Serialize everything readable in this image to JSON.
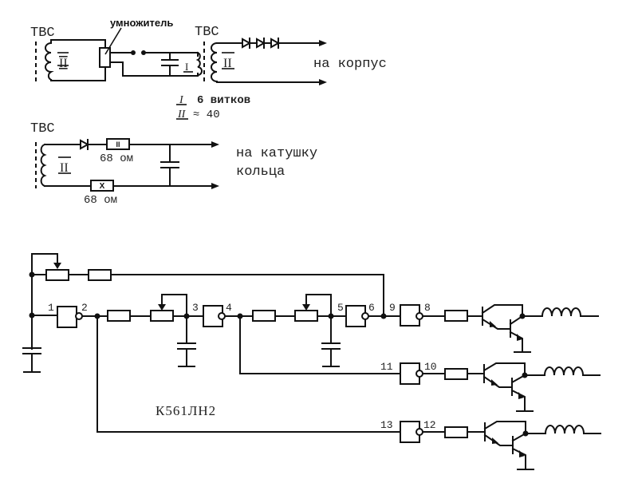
{
  "diagram1": {
    "tbc_left_label": "ТВС",
    "tbc_right_label": "ТВС",
    "multiplier_label": "умножитель",
    "winding_left_label": "II",
    "winding_small_label": "I",
    "winding_right_label": "II",
    "output_label": "на корпус",
    "note_line1_sym": "I",
    "note_line1_text": "6 витков",
    "note_line2_sym": "II",
    "note_line2_text": "≈ 40"
  },
  "diagram2": {
    "tbc_label": "ТВС",
    "winding_label": "II",
    "resistor1_mark": "II",
    "resistor1_value": "68 ом",
    "resistor2_mark": "X",
    "resistor2_value": "68 ом",
    "output_label_line1": "на катушку",
    "output_label_line2": "кольца"
  },
  "diagram3": {
    "chip_label": "К561ЛН2",
    "pins": [
      "1",
      "2",
      "3",
      "4",
      "5",
      "6",
      "9",
      "8",
      "11",
      "10",
      "13",
      "12"
    ]
  }
}
